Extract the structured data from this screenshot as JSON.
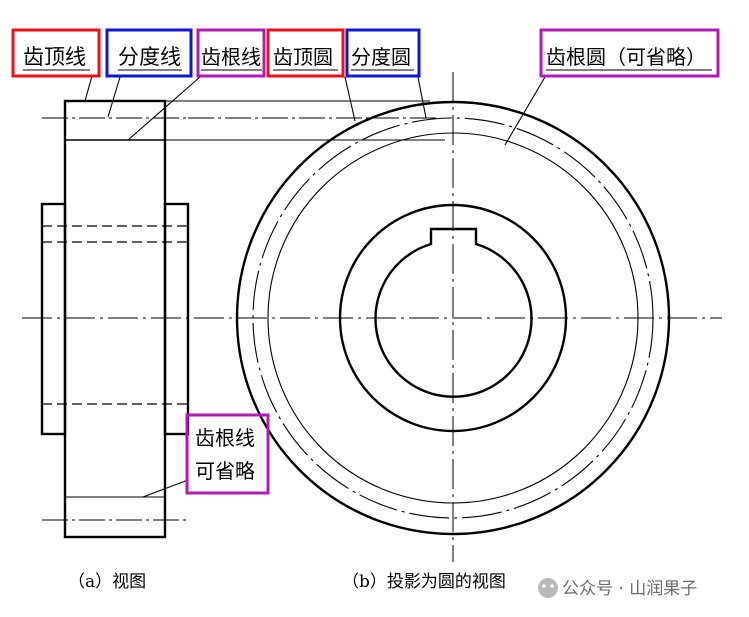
{
  "labels": {
    "tip_line": "齿顶线",
    "pitch_line": "分度线",
    "root_line": "齿根线",
    "tip_circle": "齿顶圆",
    "pitch_circle": "分度圆",
    "root_circle_optional": "齿根圆（可省略）",
    "root_line_optional_l1": "齿根线",
    "root_line_optional_l2": "可省略"
  },
  "captions": {
    "view_a": "（a）视图",
    "view_b": "（b）投影为圆的视图"
  },
  "watermark": "公众号 · 山润果子",
  "colors": {
    "red_box": "#e8131a",
    "blue_box": "#1414d2",
    "purple_box": "#b21ab8",
    "line": "#000000",
    "watermark": "#6b6b6b"
  }
}
